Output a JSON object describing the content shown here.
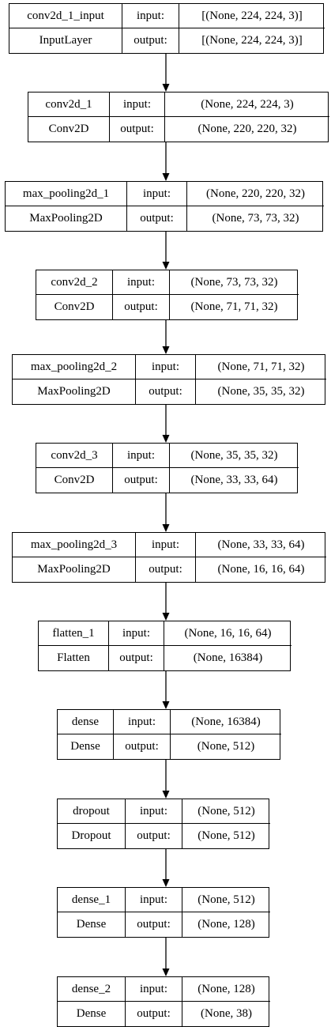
{
  "layers": [
    {
      "name": "conv2d_1_input",
      "type": "InputLayer",
      "input_label": "input:",
      "output_label": "output:",
      "input_shape": "[(None, 224, 224, 3)]",
      "output_shape": "[(None, 224, 224, 3)]"
    },
    {
      "name": "conv2d_1",
      "type": "Conv2D",
      "input_label": "input:",
      "output_label": "output:",
      "input_shape": "(None, 224, 224, 3)",
      "output_shape": "(None, 220, 220, 32)"
    },
    {
      "name": "max_pooling2d_1",
      "type": "MaxPooling2D",
      "input_label": "input:",
      "output_label": "output:",
      "input_shape": "(None, 220, 220, 32)",
      "output_shape": "(None, 73, 73, 32)"
    },
    {
      "name": "conv2d_2",
      "type": "Conv2D",
      "input_label": "input:",
      "output_label": "output:",
      "input_shape": "(None, 73, 73, 32)",
      "output_shape": "(None, 71, 71, 32)"
    },
    {
      "name": "max_pooling2d_2",
      "type": "MaxPooling2D",
      "input_label": "input:",
      "output_label": "output:",
      "input_shape": "(None, 71, 71, 32)",
      "output_shape": "(None, 35, 35, 32)"
    },
    {
      "name": "conv2d_3",
      "type": "Conv2D",
      "input_label": "input:",
      "output_label": "output:",
      "input_shape": "(None, 35, 35, 32)",
      "output_shape": "(None, 33, 33, 64)"
    },
    {
      "name": "max_pooling2d_3",
      "type": "MaxPooling2D",
      "input_label": "input:",
      "output_label": "output:",
      "input_shape": "(None, 33, 33, 64)",
      "output_shape": "(None, 16, 16, 64)"
    },
    {
      "name": "flatten_1",
      "type": "Flatten",
      "input_label": "input:",
      "output_label": "output:",
      "input_shape": "(None, 16, 16, 64)",
      "output_shape": "(None, 16384)"
    },
    {
      "name": "dense",
      "type": "Dense",
      "input_label": "input:",
      "output_label": "output:",
      "input_shape": "(None, 16384)",
      "output_shape": "(None, 512)"
    },
    {
      "name": "dropout",
      "type": "Dropout",
      "input_label": "input:",
      "output_label": "output:",
      "input_shape": "(None, 512)",
      "output_shape": "(None, 512)"
    },
    {
      "name": "dense_1",
      "type": "Dense",
      "input_label": "input:",
      "output_label": "output:",
      "input_shape": "(None, 512)",
      "output_shape": "(None, 128)"
    },
    {
      "name": "dense_2",
      "type": "Dense",
      "input_label": "input:",
      "output_label": "output:",
      "input_shape": "(None, 128)",
      "output_shape": "(None, 38)"
    }
  ],
  "colors": {
    "line": "#000000",
    "background": "#ffffff"
  }
}
